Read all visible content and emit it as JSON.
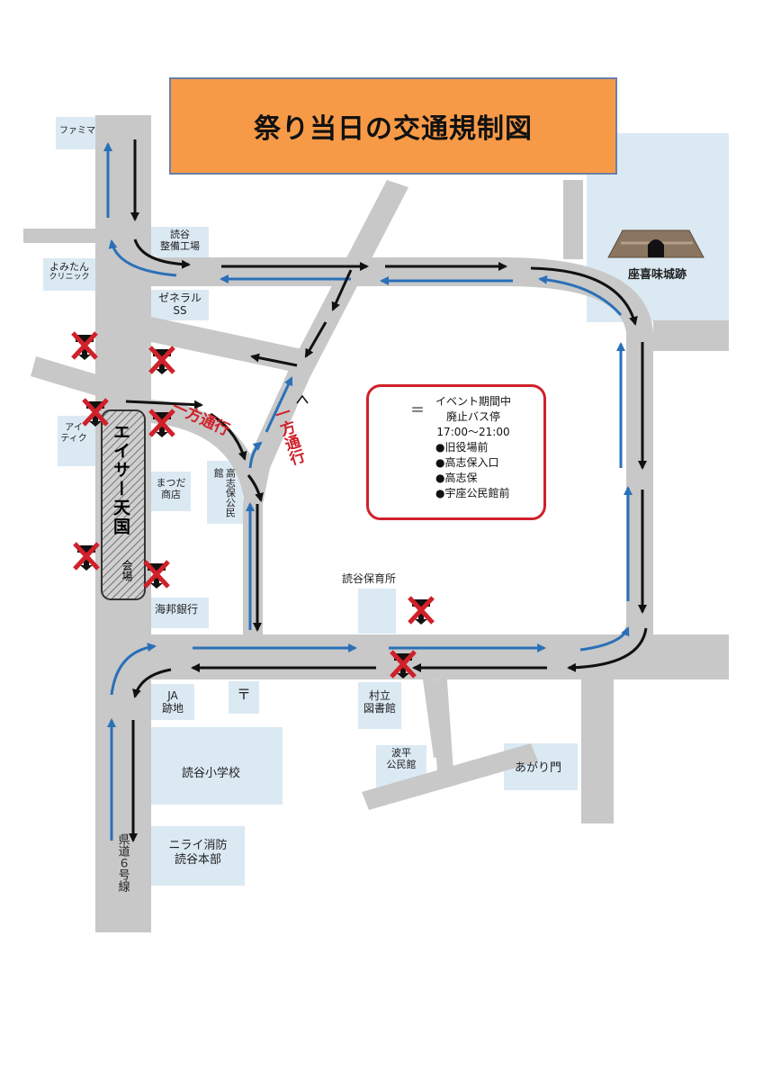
{
  "title": "祭り当日の交通規制図",
  "legend": {
    "equals": "＝",
    "heading_line1": "イベント期間中",
    "heading_line2": "廃止バス停",
    "time": "17:00～21:00",
    "stops": [
      "●旧役場前",
      "●高志保入口",
      "●高志保",
      "●宇座公民館前"
    ]
  },
  "venue": {
    "name": "エイサー天国",
    "sub": "会場"
  },
  "one_way": {
    "left": "一方通行",
    "right": "一方通行"
  },
  "places": {
    "famima": "ファミマ",
    "yomitan_garage_1": "読谷",
    "yomitan_garage_2": "整備工場",
    "yomitan_clinic_1": "よみたん",
    "yomitan_clinic_2": "クリニック",
    "general_ss_1": "ゼネラル",
    "general_ss_2": "SS",
    "aitique_1": "アイ",
    "aitique_2": "ティク",
    "matsuda_1": "まつだ",
    "matsuda_2": "商店",
    "takashiho_hall": "高志保公民館",
    "kaiho_bank": "海邦銀行",
    "nursery": "読谷保育所",
    "ja_1": "JA",
    "ja_2": "跡地",
    "post": "〒",
    "library_1": "村立",
    "library_2": "図書館",
    "hanza_1": "波平",
    "hanza_2": "公民館",
    "agari_gate": "あがり門",
    "school": "読谷小学校",
    "fire_1": "ニライ消防",
    "fire_2": "読谷本部",
    "route6": "県道６号線",
    "castle": "座喜味城跡"
  },
  "colors": {
    "title_bg": "#f79a47",
    "road": "#c8c8c8",
    "building": "#dbe9f3",
    "blue_arrow": "#2a70b8",
    "black_arrow": "#111111",
    "red_x": "#d0202a"
  },
  "icons": [
    "bus-stop-icon",
    "cancel-x-icon",
    "castle-icon"
  ]
}
